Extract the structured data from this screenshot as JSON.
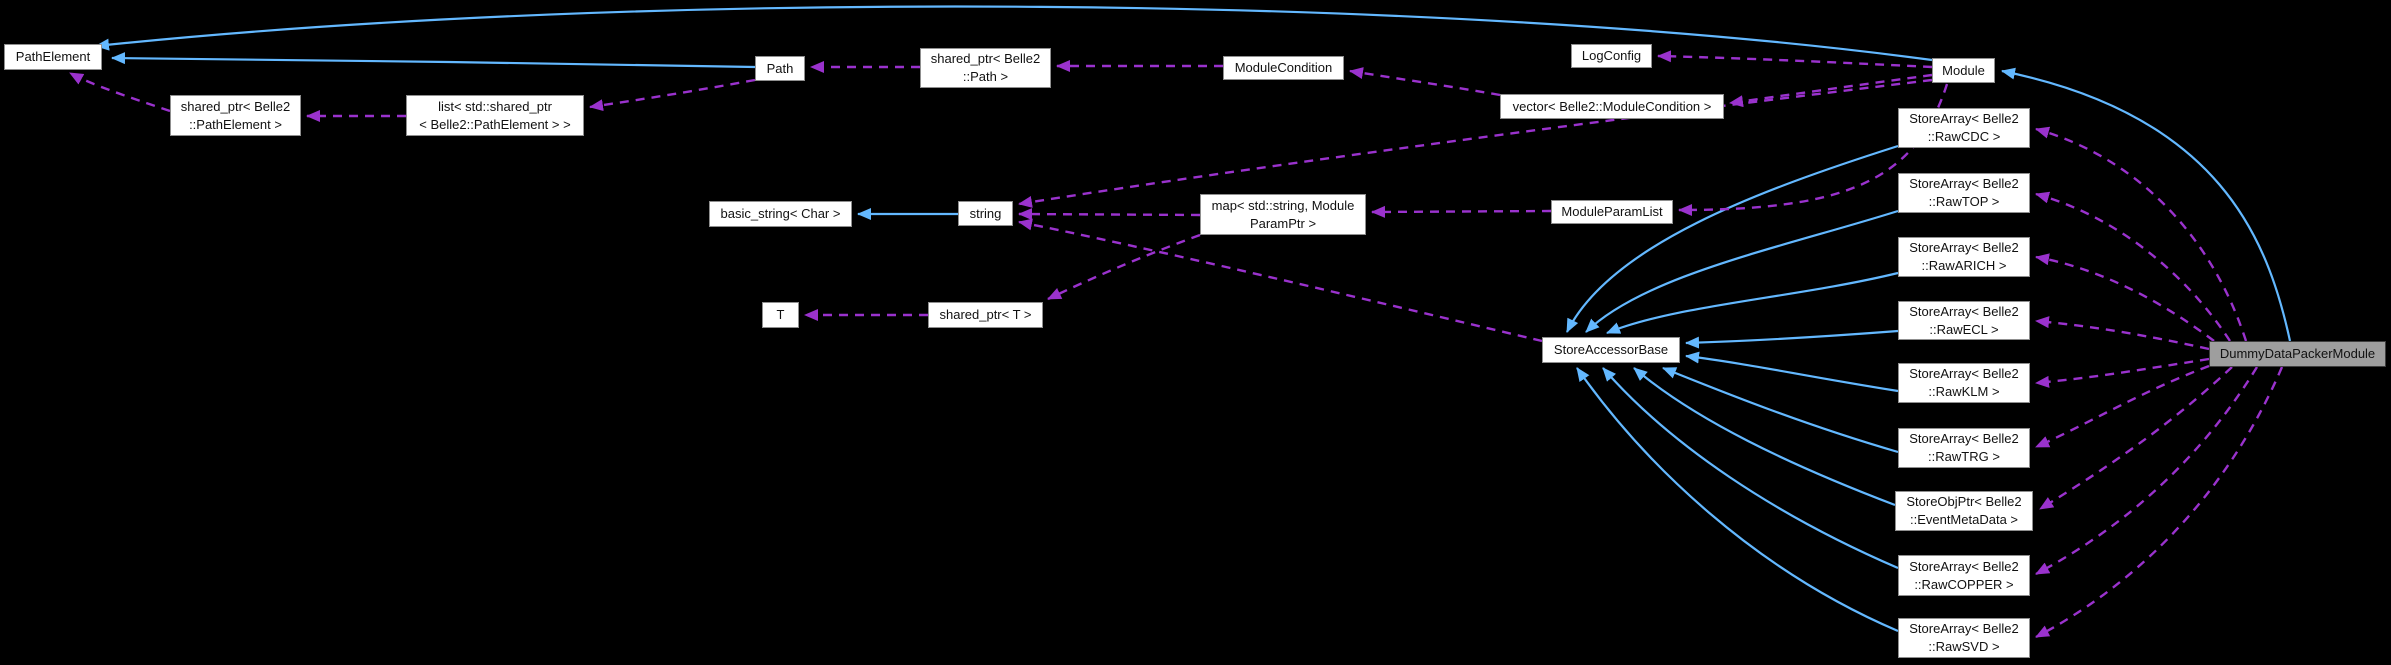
{
  "diagram": {
    "type": "collaboration-graph",
    "title": "DummyDataPackerModule collaboration diagram",
    "highlighted_node": "DummyDataPackerModule",
    "colors": {
      "background": "#000000",
      "inheritance_edge": "#63b8ff",
      "usage_edge": "#9a32cd",
      "node_fill": "#ffffff",
      "node_border": "#8f8f8f",
      "highlight_fill": "#9e9e9e",
      "highlight_border": "#3f3f3f",
      "text": "#111111"
    }
  },
  "nodes": {
    "pathelement": {
      "label": "PathElement"
    },
    "sp_pathelement": {
      "label": "shared_ptr< Belle2\n::PathElement >"
    },
    "list_pathelement": {
      "label": "list< std::shared_ptr\n< Belle2::PathElement > >"
    },
    "path": {
      "label": "Path"
    },
    "sp_path": {
      "label": "shared_ptr< Belle2\n::Path >"
    },
    "modulecondition": {
      "label": "ModuleCondition"
    },
    "logconfig": {
      "label": "LogConfig"
    },
    "vector_mc": {
      "label": "vector< Belle2::ModuleCondition >"
    },
    "module": {
      "label": "Module"
    },
    "basic_string": {
      "label": "basic_string< Char >"
    },
    "string": {
      "label": "string"
    },
    "map_param": {
      "label": "map< std::string, Module\nParamPtr >"
    },
    "moduleparamlist": {
      "label": "ModuleParamList"
    },
    "t": {
      "label": "T"
    },
    "sp_t": {
      "label": "shared_ptr< T >"
    },
    "storeaccessorbase": {
      "label": "StoreAccessorBase"
    },
    "rawcdc": {
      "label": "StoreArray< Belle2\n::RawCDC >"
    },
    "rawtop": {
      "label": "StoreArray< Belle2\n::RawTOP >"
    },
    "rawarich": {
      "label": "StoreArray< Belle2\n::RawARICH >"
    },
    "rawecl": {
      "label": "StoreArray< Belle2\n::RawECL >"
    },
    "rawklm": {
      "label": "StoreArray< Belle2\n::RawKLM >"
    },
    "rawtrg": {
      "label": "StoreArray< Belle2\n::RawTRG >"
    },
    "eventmetadata": {
      "label": "StoreObjPtr< Belle2\n::EventMetaData >"
    },
    "rawcopper": {
      "label": "StoreArray< Belle2\n::RawCOPPER >"
    },
    "rawsvd": {
      "label": "StoreArray< Belle2\n::RawSVD >"
    },
    "dummydatapacker": {
      "label": "DummyDataPackerModule"
    }
  },
  "edges": [
    {
      "from": "path",
      "to": "pathelement",
      "type": "inherits"
    },
    {
      "from": "module",
      "to": "pathelement",
      "type": "inherits"
    },
    {
      "from": "dummydatapacker",
      "to": "module",
      "type": "inherits"
    },
    {
      "from": "string",
      "to": "basic_string",
      "type": "inherits"
    },
    {
      "from": "rawcdc",
      "to": "storeaccessorbase",
      "type": "inherits"
    },
    {
      "from": "rawtop",
      "to": "storeaccessorbase",
      "type": "inherits"
    },
    {
      "from": "rawarich",
      "to": "storeaccessorbase",
      "type": "inherits"
    },
    {
      "from": "rawecl",
      "to": "storeaccessorbase",
      "type": "inherits"
    },
    {
      "from": "rawklm",
      "to": "storeaccessorbase",
      "type": "inherits"
    },
    {
      "from": "rawtrg",
      "to": "storeaccessorbase",
      "type": "inherits"
    },
    {
      "from": "eventmetadata",
      "to": "storeaccessorbase",
      "type": "inherits"
    },
    {
      "from": "rawcopper",
      "to": "storeaccessorbase",
      "type": "inherits"
    },
    {
      "from": "rawsvd",
      "to": "storeaccessorbase",
      "type": "inherits"
    },
    {
      "from": "sp_pathelement",
      "to": "pathelement",
      "type": "uses"
    },
    {
      "from": "list_pathelement",
      "to": "sp_pathelement",
      "type": "uses"
    },
    {
      "from": "path",
      "to": "list_pathelement",
      "type": "uses"
    },
    {
      "from": "sp_path",
      "to": "path",
      "type": "uses"
    },
    {
      "from": "modulecondition",
      "to": "sp_path",
      "type": "uses"
    },
    {
      "from": "vector_mc",
      "to": "modulecondition",
      "type": "uses"
    },
    {
      "from": "module",
      "to": "logconfig",
      "type": "uses"
    },
    {
      "from": "module",
      "to": "vector_mc",
      "type": "uses"
    },
    {
      "from": "module",
      "to": "moduleparamlist",
      "type": "uses"
    },
    {
      "from": "module",
      "to": "string",
      "type": "uses"
    },
    {
      "from": "map_param",
      "to": "string",
      "type": "uses"
    },
    {
      "from": "storeaccessorbase",
      "to": "string",
      "type": "uses"
    },
    {
      "from": "moduleparamlist",
      "to": "map_param",
      "type": "uses"
    },
    {
      "from": "map_param",
      "to": "sp_t",
      "type": "uses"
    },
    {
      "from": "sp_t",
      "to": "t",
      "type": "uses"
    },
    {
      "from": "dummydatapacker",
      "to": "rawcdc",
      "type": "uses"
    },
    {
      "from": "dummydatapacker",
      "to": "rawtop",
      "type": "uses"
    },
    {
      "from": "dummydatapacker",
      "to": "rawarich",
      "type": "uses"
    },
    {
      "from": "dummydatapacker",
      "to": "rawecl",
      "type": "uses"
    },
    {
      "from": "dummydatapacker",
      "to": "rawklm",
      "type": "uses"
    },
    {
      "from": "dummydatapacker",
      "to": "rawtrg",
      "type": "uses"
    },
    {
      "from": "dummydatapacker",
      "to": "eventmetadata",
      "type": "uses"
    },
    {
      "from": "dummydatapacker",
      "to": "rawcopper",
      "type": "uses"
    },
    {
      "from": "dummydatapacker",
      "to": "rawsvd",
      "type": "uses"
    }
  ]
}
